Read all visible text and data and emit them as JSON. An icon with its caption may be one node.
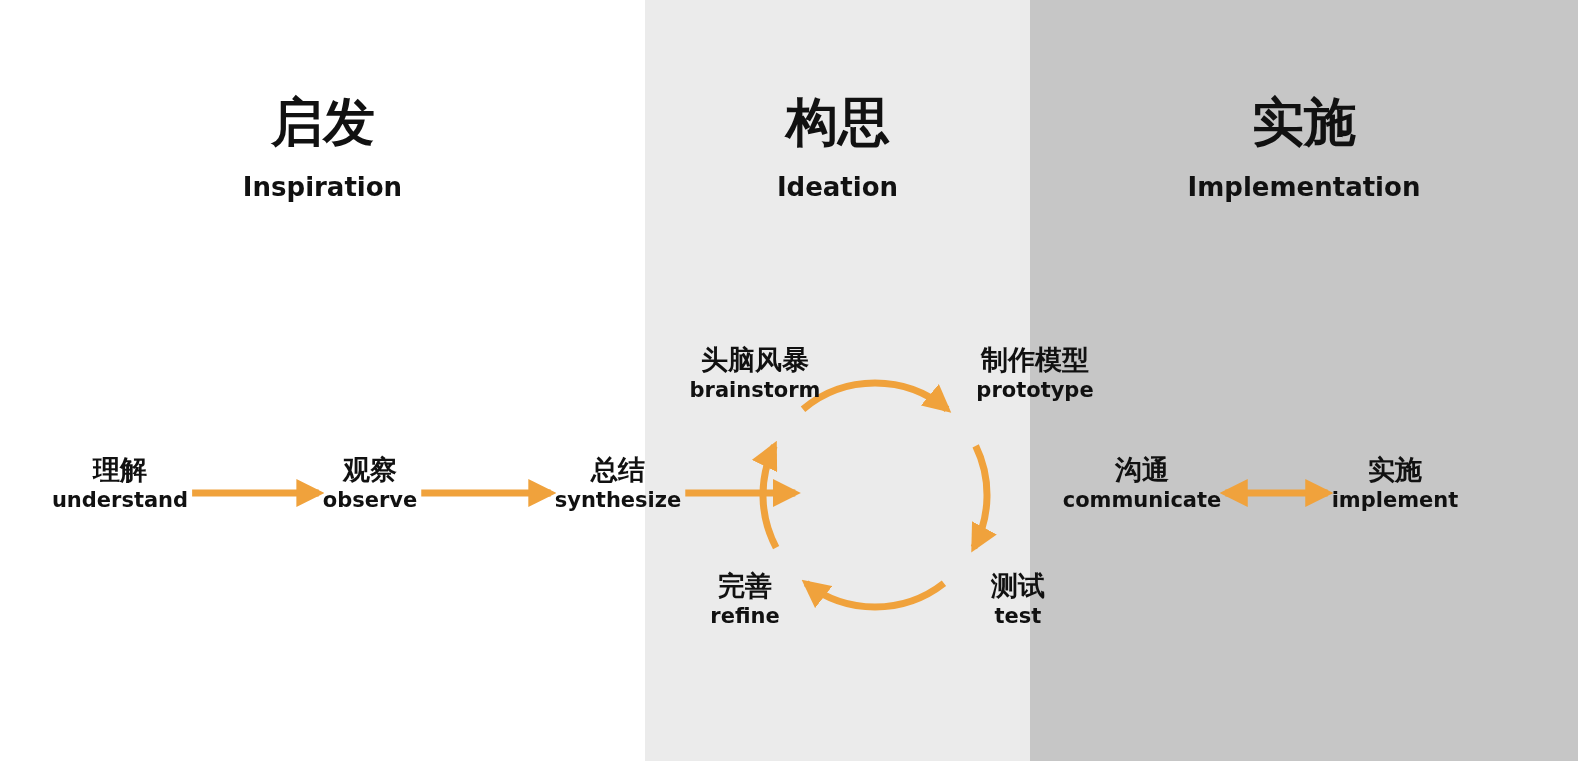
{
  "diagram": {
    "nodes": [
      {
        "text": [
          "启发",
          "Inspiration"
        ]
      },
      {
        "text": [
          "构思",
          "Ideation"
        ]
      },
      {
        "text": [
          "实施",
          "Implementation"
        ]
      },
      {
        "text": [
          "理解",
          "understand"
        ],
        "in": 0
      },
      {
        "text": [
          "观察",
          "observe"
        ],
        "in": 0
      },
      {
        "text": [
          "总结",
          "synthesize"
        ],
        "in": 0
      },
      {
        "text": [
          "头脑风暴",
          "brainstorm"
        ],
        "in": 1
      },
      {
        "text": [
          "制作模型",
          "prototype"
        ]
      },
      {
        "text": [
          "完善",
          "refine"
        ],
        "in": 1
      },
      {
        "text": [
          "测试",
          "test"
        ]
      },
      {
        "text": [
          "沟通",
          "communicate"
        ],
        "in": 2
      },
      {
        "text": [
          "实施",
          "implement"
        ],
        "in": 2
      }
    ],
    "edges": [
      {
        "from": 3,
        "to": 4,
        "arrow": "to"
      },
      {
        "from": 4,
        "to": 5,
        "arrow": "to"
      },
      {
        "from": 5,
        "to": null,
        "arrow": "to"
      },
      {
        "from": 10,
        "to": 11,
        "arrow": "both"
      },
      {
        "from": 6,
        "to": 7,
        "arrow": "to"
      },
      {
        "from": 7,
        "to": 9,
        "arrow": "to"
      },
      {
        "from": 9,
        "to": 8,
        "arrow": "to"
      },
      {
        "from": 8,
        "to": 6,
        "arrow": "to"
      }
    ]
  }
}
